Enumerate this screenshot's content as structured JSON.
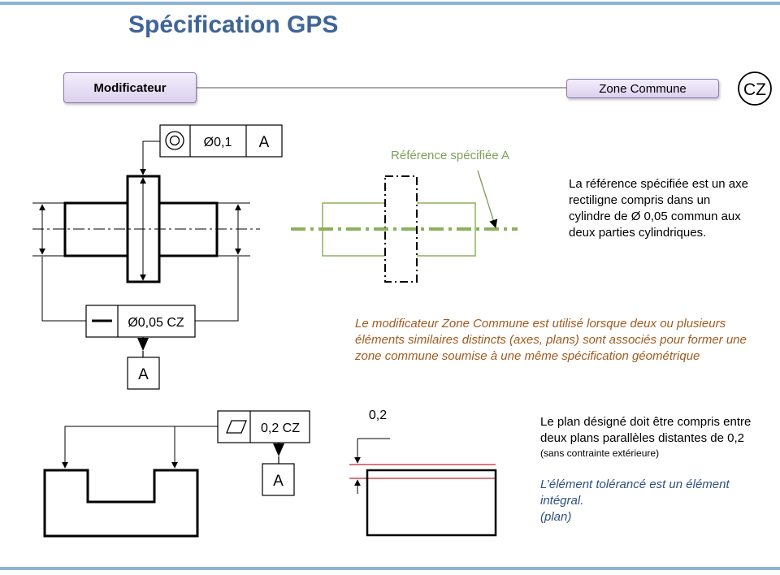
{
  "header": {
    "title": "Spécification GPS"
  },
  "top_bar": {
    "left_label": "Modificateur",
    "right_label": "Zone Commune",
    "symbol": "CZ"
  },
  "fcf_top": {
    "symbol_icon": "concentricity-icon",
    "tolerance": "Ø0,1",
    "datum": "A"
  },
  "fcf_mid": {
    "symbol_icon": "straightness-icon",
    "tolerance": "Ø0,05 CZ",
    "datum_label": "A"
  },
  "fcf_bottom": {
    "symbol_icon": "flatness-icon",
    "tolerance": "0,2 CZ",
    "datum_label": "A"
  },
  "reference": {
    "label": "Référence spécifiée A"
  },
  "desc_axis": {
    "lines": [
      "La référence spécifiée est un axe",
      "rectiligne compris dans un",
      "cylindre de Ø 0,05 commun aux",
      "deux parties cylindriques."
    ]
  },
  "note_orange": {
    "lines": [
      "Le modificateur Zone Commune est utilisé lorsque deux ou plusieurs",
      "éléments similaires distincts (axes, plans) sont associés pour former une",
      "zone commune soumise à une même spécification géométrique"
    ]
  },
  "tolerance_zone": {
    "value_label": "0,2"
  },
  "desc_plan": {
    "lines": [
      "Le plan désigné doit être compris entre",
      "deux plans parallèles distantes de 0,2"
    ],
    "small": "(sans contrainte extérieure)",
    "italic_lines": [
      "L’élément tolérancé est un élément",
      "intégral.",
      "(plan)"
    ]
  },
  "colors": {
    "title": "#3f6596",
    "rule": "#8db3d3",
    "green": "#8db05e",
    "orange": "#a05a1e",
    "blue": "#2f4f7f",
    "red": "#c0272d"
  }
}
